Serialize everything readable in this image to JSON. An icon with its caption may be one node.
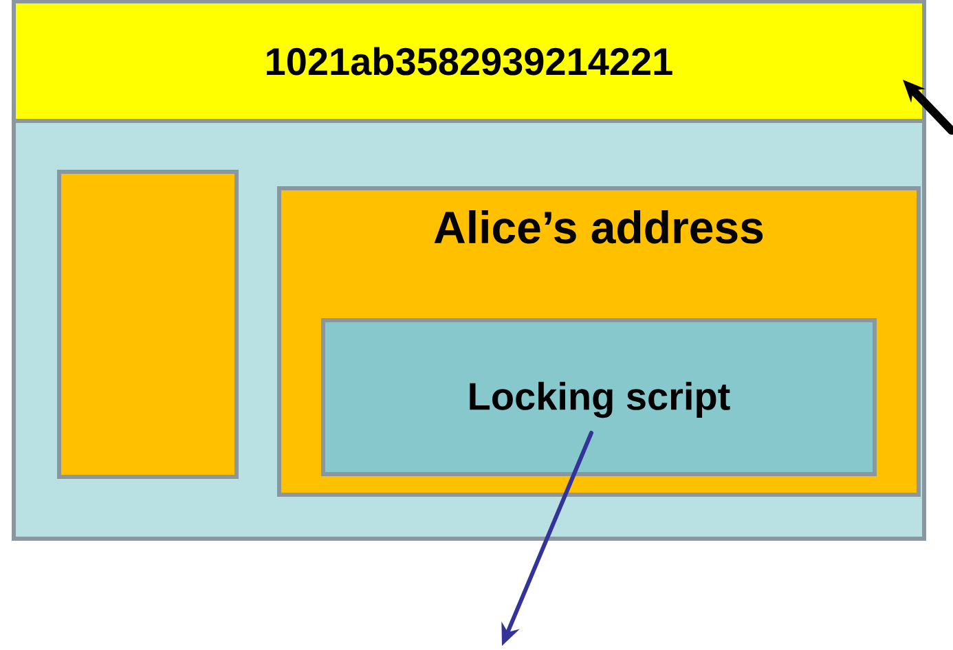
{
  "diagram": {
    "nodes": [
      {
        "text": [],
        "shape": "box"
      },
      {
        "text": [
          "1021ab3582939214221"
        ]
      },
      {
        "text": [],
        "shape": "box",
        "in": 0
      },
      {
        "text": [
          "Alice’s address"
        ],
        "in": 0
      },
      {
        "text": [
          "Locking script"
        ],
        "in": 3
      }
    ],
    "edges": [
      {
        "from": null,
        "to": 1,
        "arrow": "to",
        "style": "thick",
        "color": "#000000"
      },
      {
        "from": 4,
        "to": null,
        "arrow": "to",
        "color": "#333399"
      }
    ]
  }
}
